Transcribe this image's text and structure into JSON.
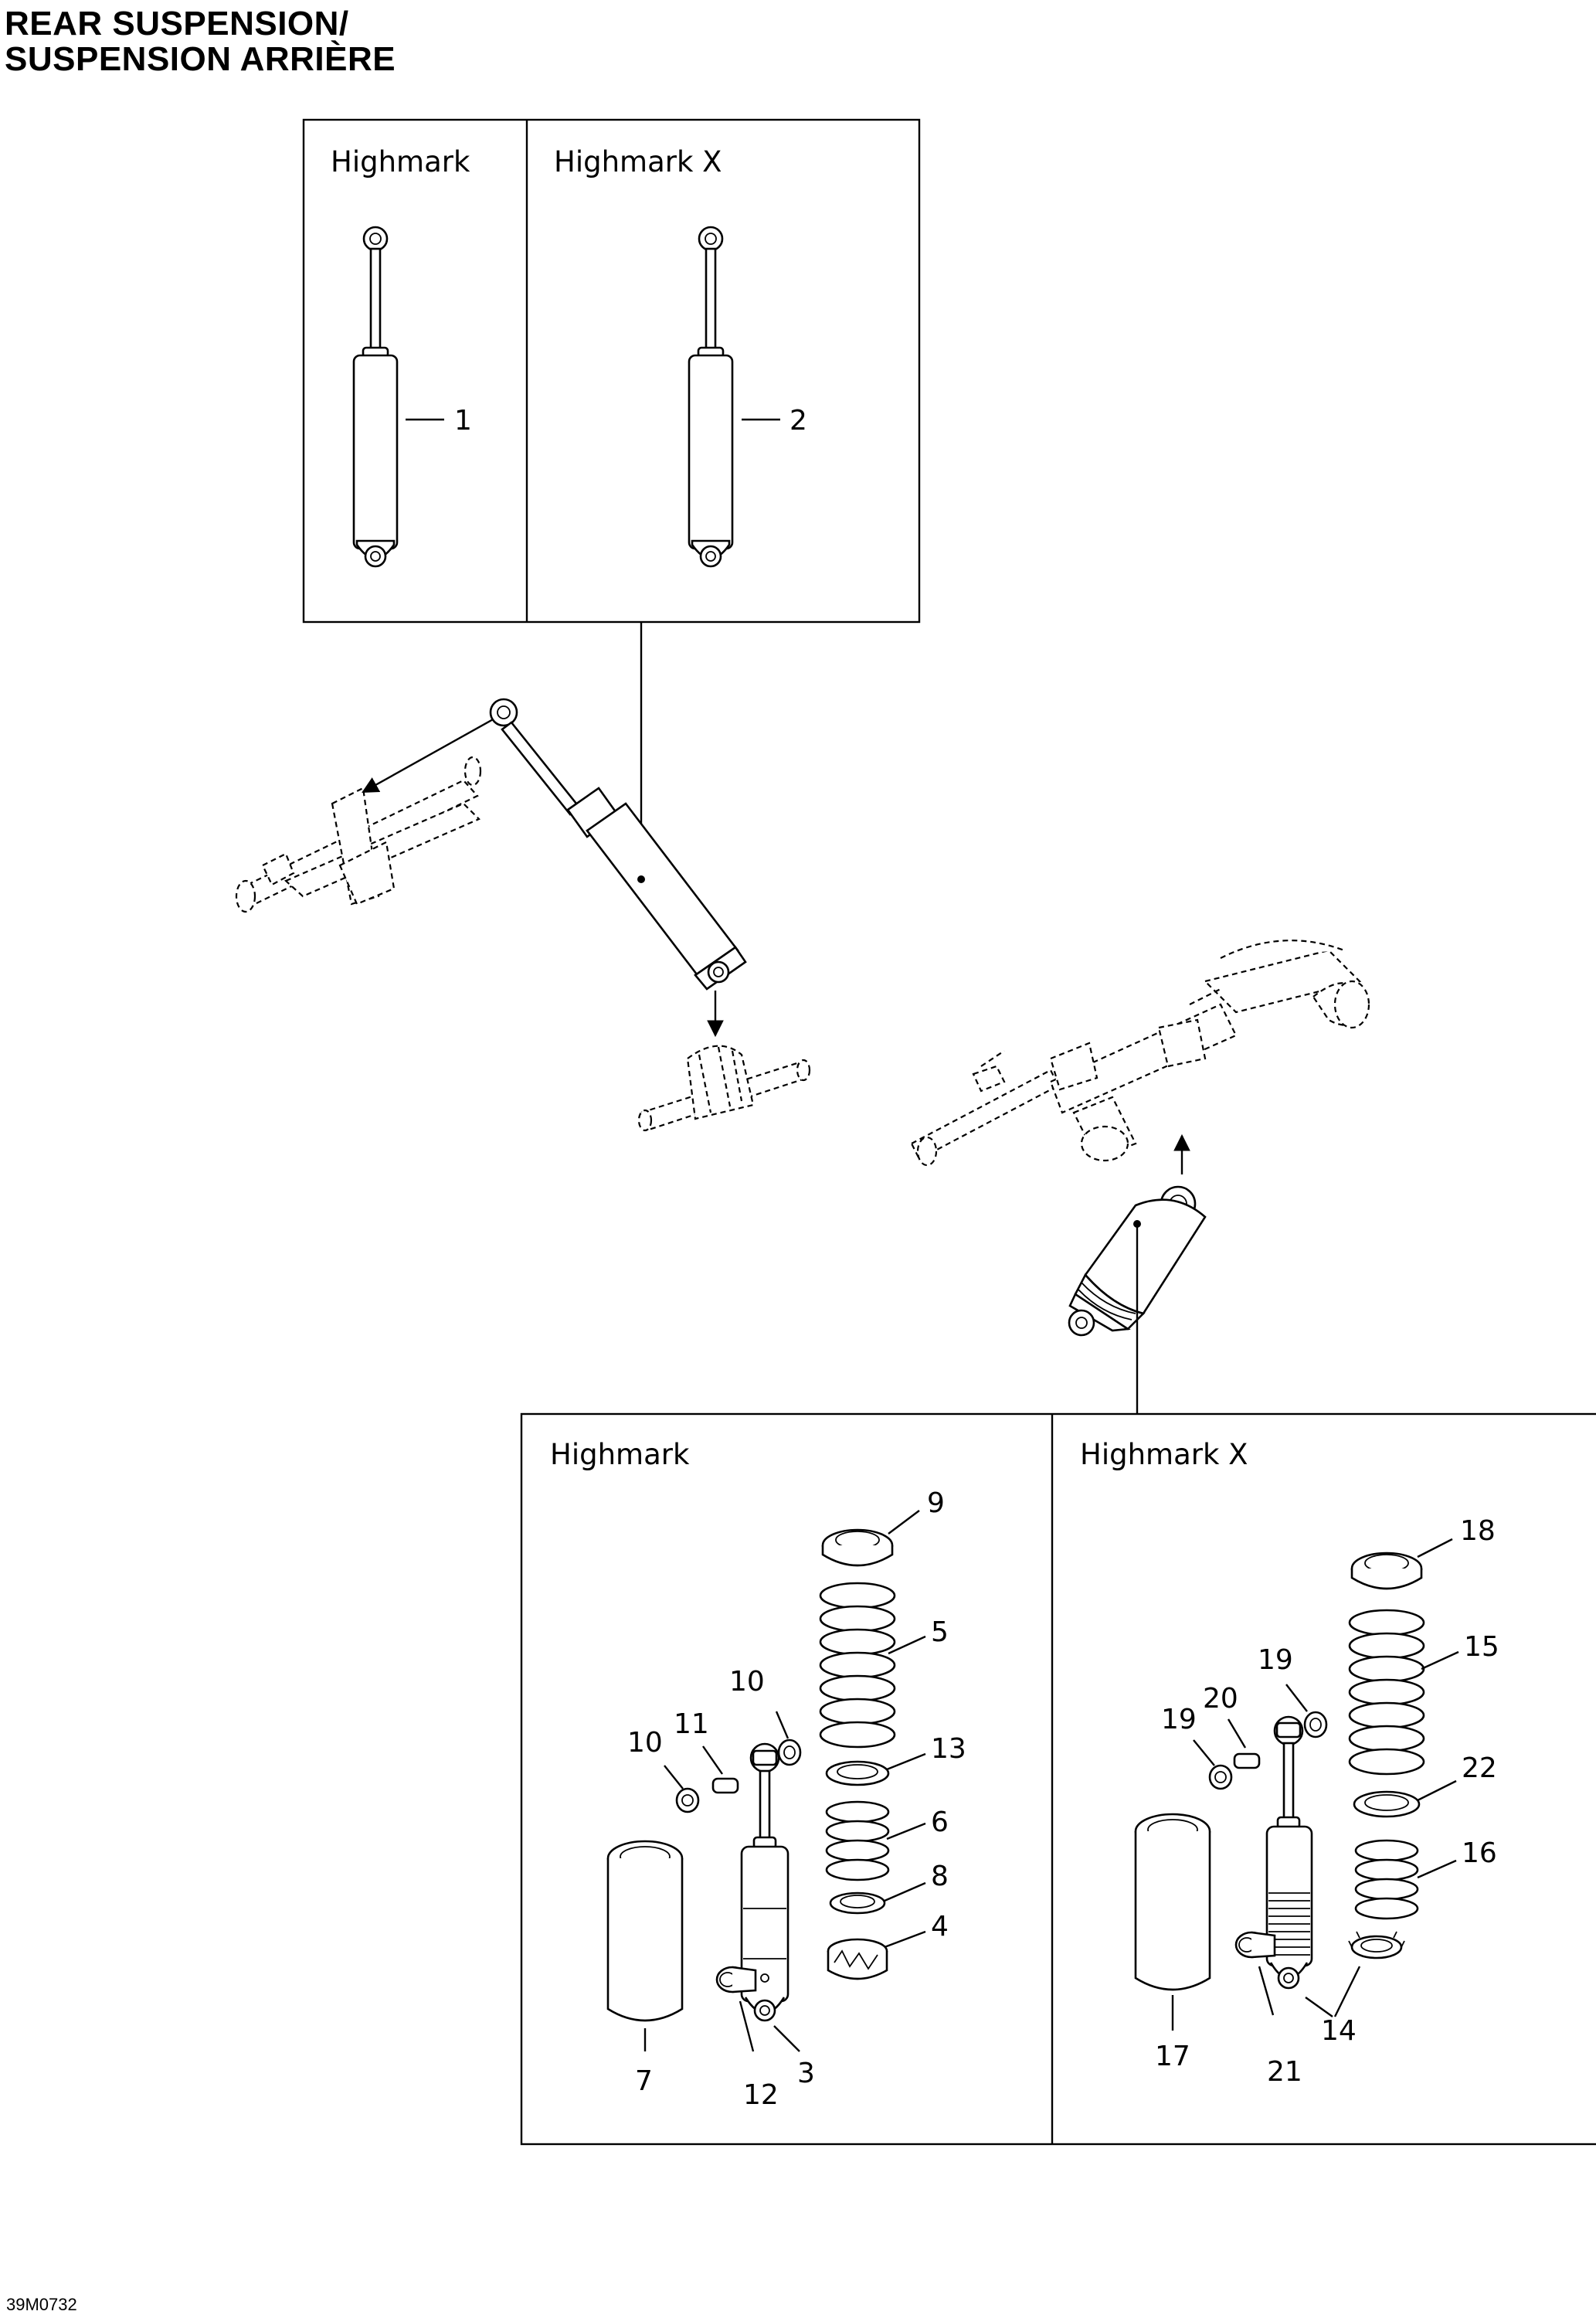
{
  "title": {
    "line1": "REAR SUSPENSION/",
    "line2": "SUSPENSION ARRIÈRE"
  },
  "panels": {
    "top_left": "Highmark",
    "top_right": "Highmark X",
    "bottom_left": "Highmark",
    "bottom_right": "Highmark X"
  },
  "callouts": {
    "c1": "1",
    "c2": "2",
    "c3": "3",
    "c4": "4",
    "c5": "5",
    "c6": "6",
    "c7": "7",
    "c8": "8",
    "c9": "9",
    "c10a": "10",
    "c10b": "10",
    "c11": "11",
    "c12": "12",
    "c13": "13",
    "c14": "14",
    "c15": "15",
    "c16": "16",
    "c17": "17",
    "c18": "18",
    "c19a": "19",
    "c19b": "19",
    "c20": "20",
    "c21": "21",
    "c22": "22"
  },
  "figure_code": "39M0732"
}
